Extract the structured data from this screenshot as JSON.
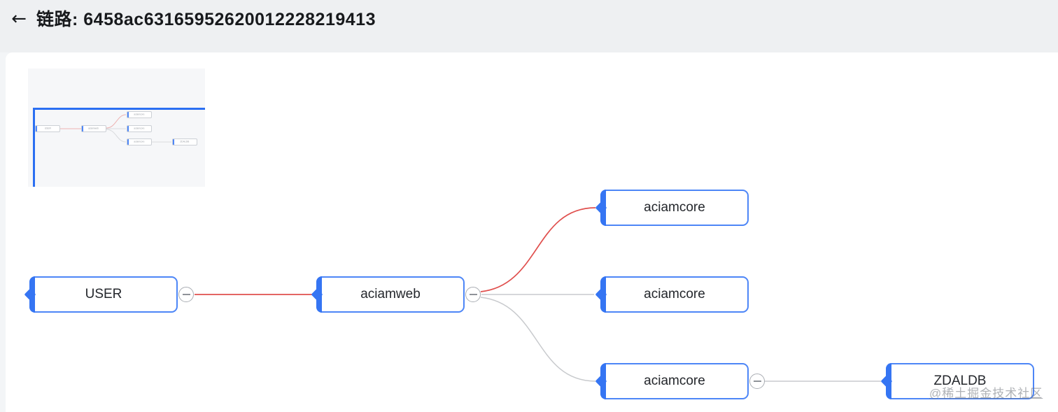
{
  "header": {
    "back_icon": "←",
    "title": "链路: 6458ac63165952620012228219413"
  },
  "graph": {
    "nodes": [
      {
        "id": "user",
        "label": "USER"
      },
      {
        "id": "aciamweb",
        "label": "aciamweb"
      },
      {
        "id": "aciamcore-top",
        "label": "aciamcore"
      },
      {
        "id": "aciamcore-mid",
        "label": "aciamcore"
      },
      {
        "id": "aciamcore-bottom",
        "label": "aciamcore"
      },
      {
        "id": "zdaldb",
        "label": "ZDALDB"
      }
    ],
    "edges": [
      {
        "from": "USER",
        "to": "aciamweb",
        "status_color": "#e0504e"
      },
      {
        "from": "aciamweb",
        "to": "aciamcore (top)",
        "status_color": "#e0504e"
      },
      {
        "from": "aciamweb",
        "to": "aciamcore (middle)",
        "status_color": "#c8cacd"
      },
      {
        "from": "aciamweb",
        "to": "aciamcore (bottom)",
        "status_color": "#c8cacd"
      },
      {
        "from": "aciamcore (bottom)",
        "to": "ZDALDB",
        "status_color": "#c8cacd"
      }
    ]
  },
  "icons": {
    "back": "arrow-left",
    "collapse": "minus-circle",
    "node_anchor": "diamond"
  },
  "colors": {
    "link_red": "#e0504e",
    "link_gray": "#c8cacd",
    "mini_link_red": "#edb3b2",
    "mini_link_gray": "#d9dbde",
    "node_border": "#4d86f7",
    "node_accent": "#3575f3",
    "header_bg": "#eef0f2",
    "minimap_bg": "#f6f7f9",
    "viewport_border": "#2b6ff2"
  },
  "watermark": "@稀土掘金技术社区"
}
